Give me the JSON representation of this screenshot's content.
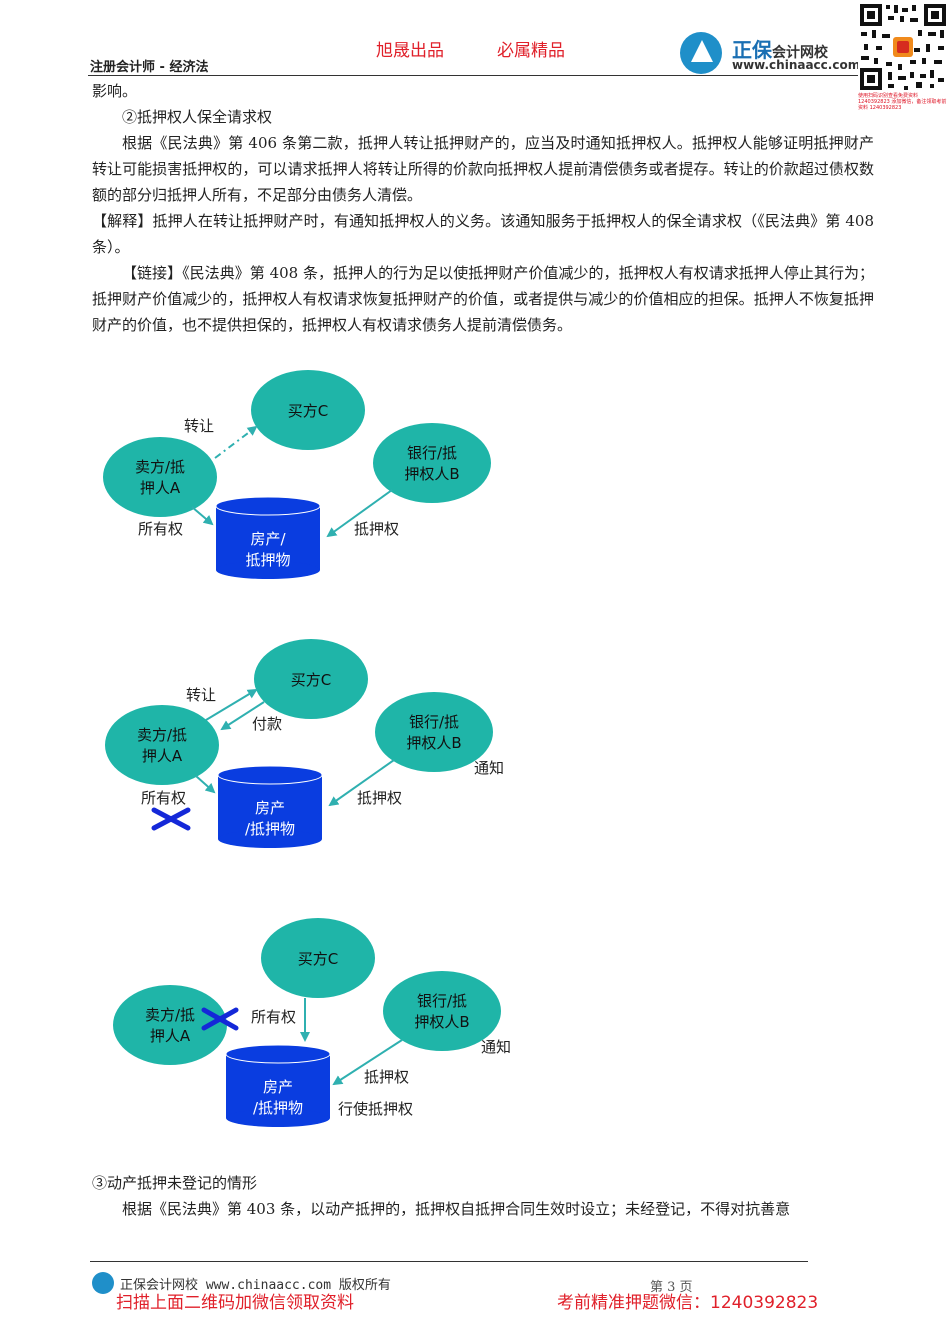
{
  "header": {
    "subject": "注册会计师 - 经济法",
    "slogan_left": "旭晟出品",
    "slogan_right": "必属精品",
    "brand_name": "正保",
    "brand_suffix": "会计网校",
    "brand_url": "www.chinaacc.com",
    "qr_note": "使用扫码识别查看免费资料 1240392823 添加微信，备注领取考前资料 1240392823"
  },
  "body": {
    "p0": "影响。",
    "p1": "②抵押权人保全请求权",
    "p2": "根据《民法典》第 406 条第二款，抵押人转让抵押财产的，应当及时通知抵押权人。抵押权人能够证明抵押财产转让可能损害抵押权的，可以请求抵押人将转让所得的价款向抵押权人提前清偿债务或者提存。转让的价款超过债权数额的部分归抵押人所有，不足部分由债务人清偿。",
    "p3": "【解释】抵押人在转让抵押财产时，有通知抵押权人的义务。该通知服务于抵押权人的保全请求权（《民法典》第 408 条）。",
    "p4": "【链接】《民法典》第 408 条，抵押人的行为足以使抵押财产价值减少的，抵押权人有权请求抵押人停止其行为；抵押财产价值减少的，抵押权人有权请求恢复抵押财产的价值，或者提供与减少的价值相应的担保。抵押人不恢复抵押财产的价值，也不提供担保的，抵押权人有权请求债务人提前清偿债务。",
    "p5": "③动产抵押未登记的情形",
    "p6": "根据《民法典》第 403 条，以动产抵押的，抵押权自抵押合同生效时设立；未经登记，不得对抗善意"
  },
  "diagram1": {
    "buyer": "买方C",
    "seller_l1": "卖方/抵",
    "seller_l2": "押人A",
    "bank_l1": "银行/抵",
    "bank_l2": "押权人B",
    "house_l1": "房产/",
    "house_l2": "抵押物",
    "transfer": "转让",
    "ownership": "所有权",
    "mortgage": "抵押权"
  },
  "diagram2": {
    "buyer": "买方C",
    "seller_l1": "卖方/抵",
    "seller_l2": "押人A",
    "bank_l1": "银行/抵",
    "bank_l2": "押权人B",
    "house_l1": "房产",
    "house_l2": "/抵押物",
    "transfer": "转让",
    "payment": "付款",
    "notice": "通知",
    "ownership": "所有权",
    "mortgage": "抵押权"
  },
  "diagram3": {
    "buyer": "买方C",
    "seller_l1": "卖方/抵",
    "seller_l2": "押人A",
    "bank_l1": "银行/抵",
    "bank_l2": "押权人B",
    "house_l1": "房产",
    "house_l2": "/抵押物",
    "ownership": "所有权",
    "notice": "通知",
    "mortgage": "抵押权",
    "exercise": "行使抵押权"
  },
  "footer": {
    "copyright": "正保会计网校 www.chinaacc.com 版权所有",
    "page": "第 3 页",
    "promo_left": "扫描上面二维码加微信领取资料",
    "promo_right": "考前精准押题微信：1240392823"
  },
  "colors": {
    "node_fill": "#1fb5a8",
    "cylinder_fill": "#0a3de0",
    "arrow": "#2fb0b0",
    "cross": "#1428d8",
    "promo_red": "#e0202a"
  }
}
